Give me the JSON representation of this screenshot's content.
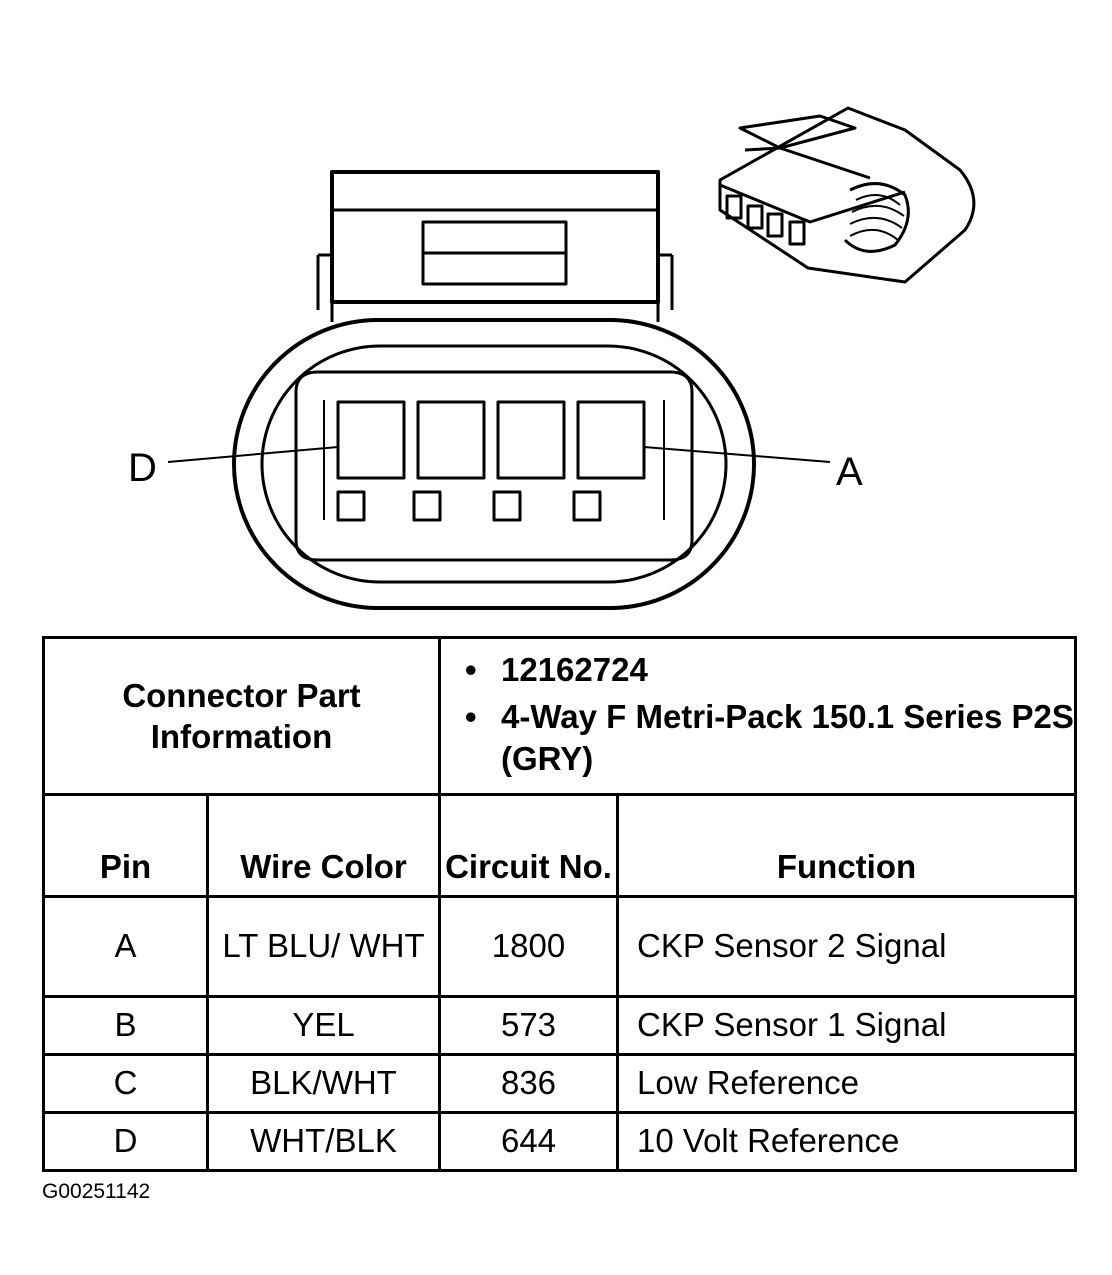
{
  "diagram": {
    "pin_labels": {
      "left": "D",
      "right": "A"
    }
  },
  "connector_info": {
    "label": "Connector Part Information",
    "details": [
      "12162724",
      "4-Way F Metri-Pack 150.1 Series P2S (GRY)"
    ]
  },
  "table": {
    "headers": {
      "pin": "Pin",
      "wire_color": "Wire Color",
      "circuit_no": "Circuit No.",
      "function": "Function"
    },
    "rows": [
      {
        "pin": "A",
        "wire_color": "LT BLU/ WHT",
        "circuit_no": "1800",
        "function": "CKP Sensor 2 Signal"
      },
      {
        "pin": "B",
        "wire_color": "YEL",
        "circuit_no": "573",
        "function": "CKP Sensor 1 Signal"
      },
      {
        "pin": "C",
        "wire_color": "BLK/WHT",
        "circuit_no": "836",
        "function": "Low Reference"
      },
      {
        "pin": "D",
        "wire_color": "WHT/BLK",
        "circuit_no": "644",
        "function": "10 Volt Reference"
      }
    ]
  },
  "figure_id": "G00251142"
}
